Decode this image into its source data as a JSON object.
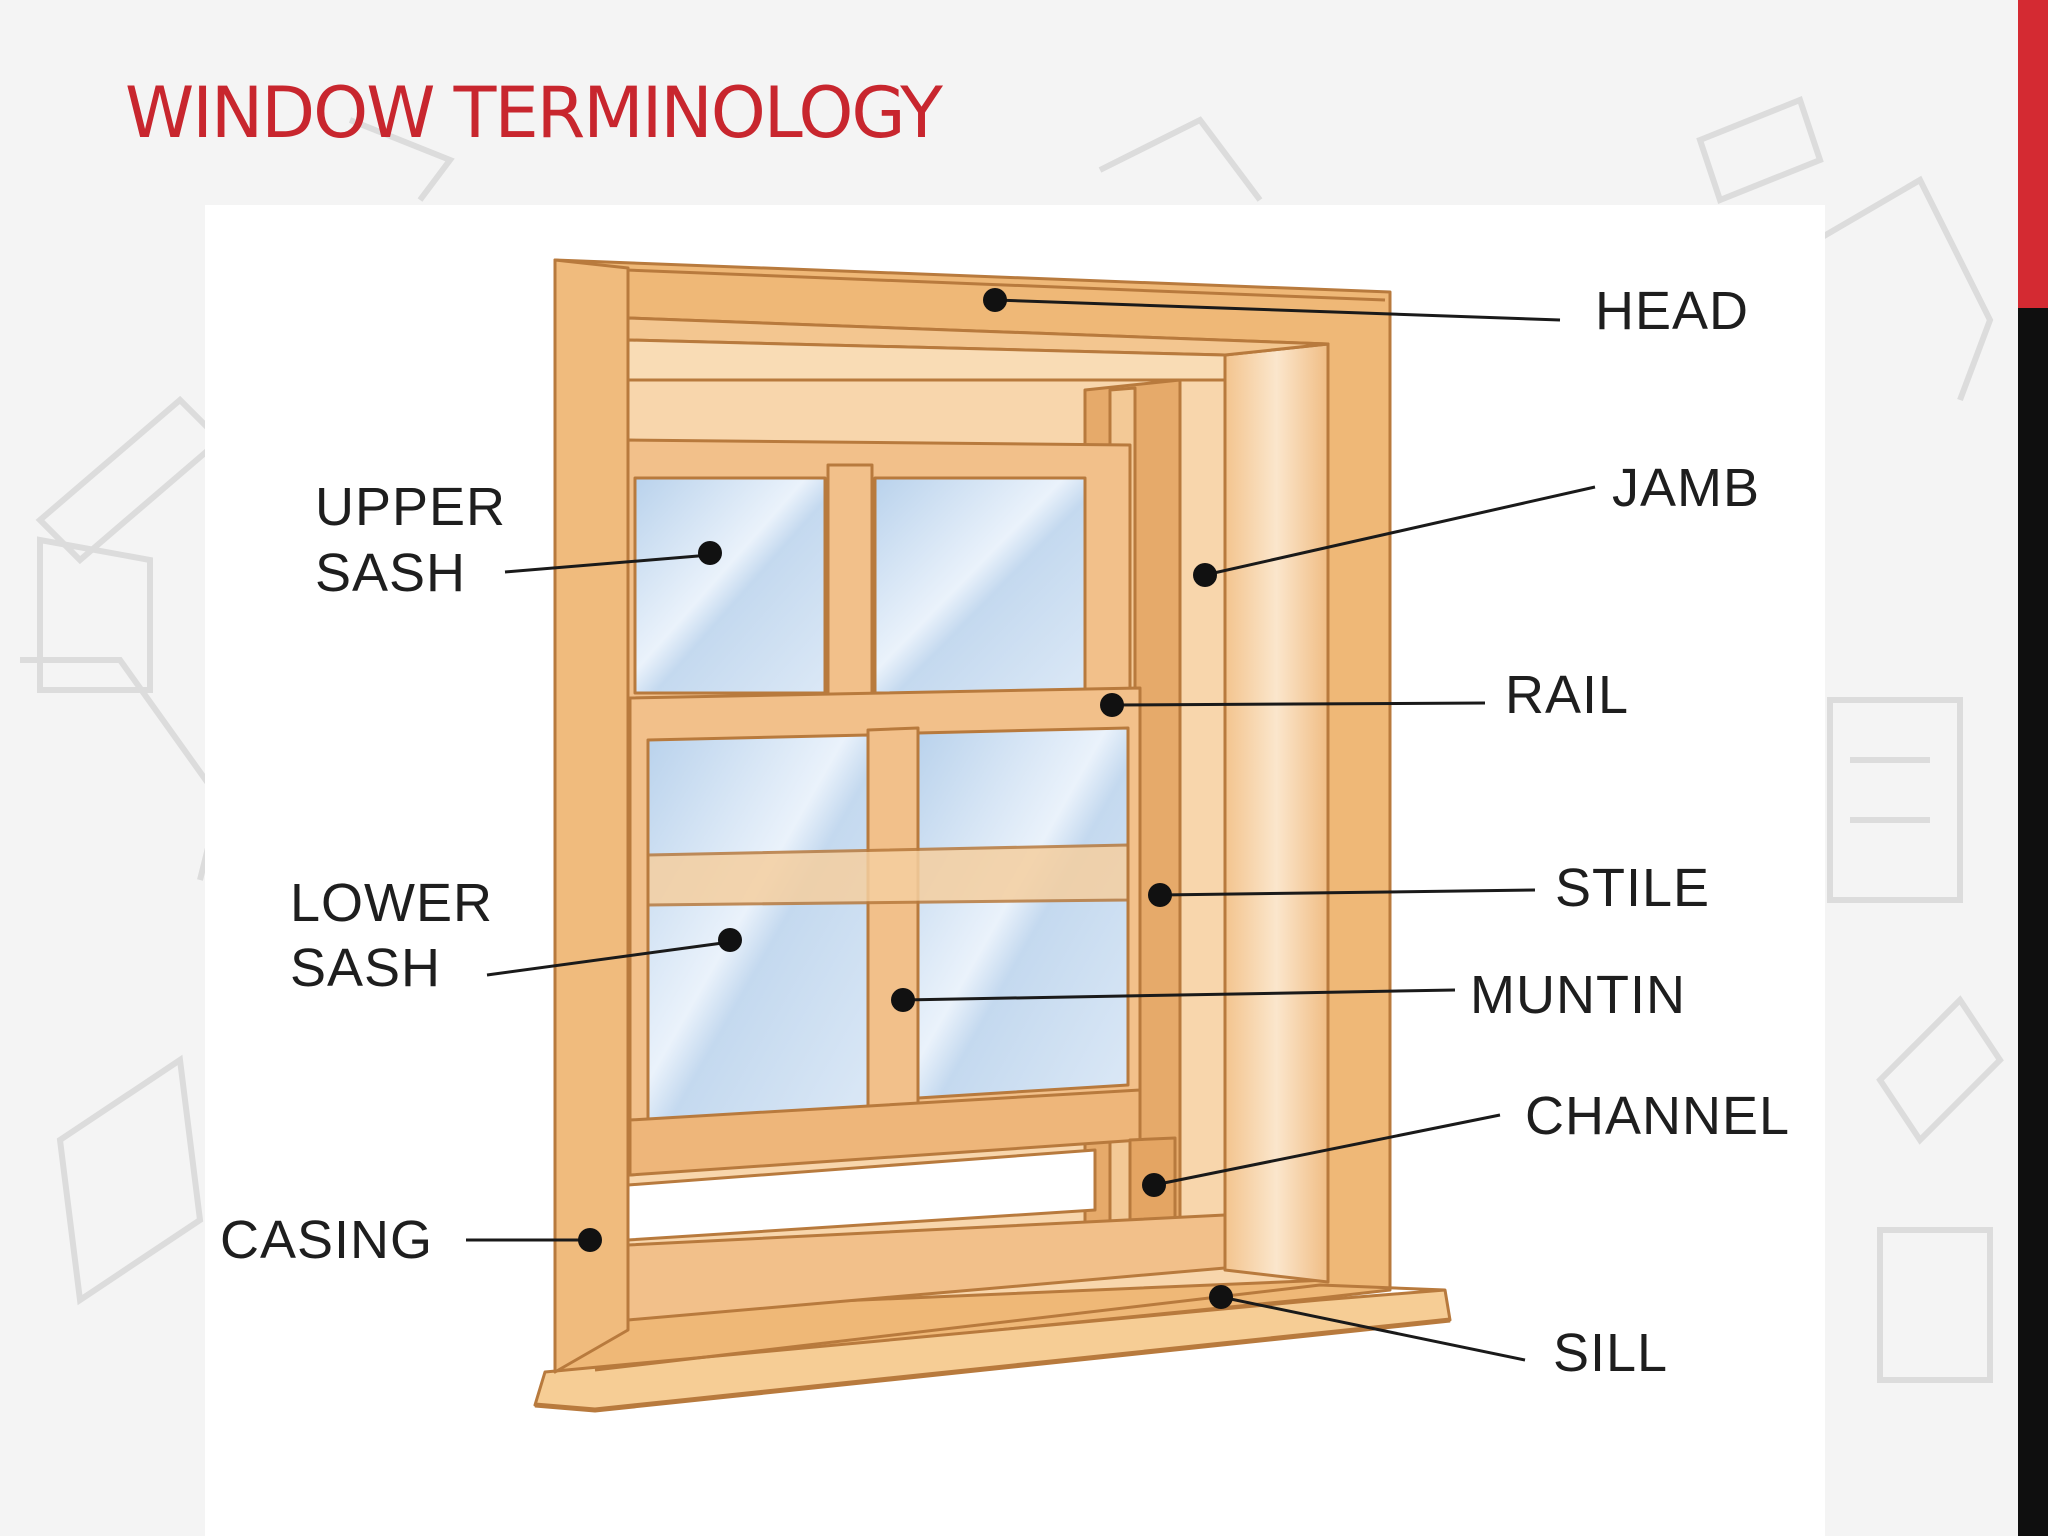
{
  "slide": {
    "title": "WINDOW TERMINOLOGY"
  },
  "colors": {
    "title": "#c8262e",
    "accent_red": "#d42a32",
    "accent_black": "#0f0f0f",
    "wood_light": "#f5c894",
    "wood_mid": "#eeb67a",
    "wood_dark": "#d99b59",
    "glass": "#cfe0f2",
    "label_text": "#1e1e1e"
  },
  "labels": {
    "head": "HEAD",
    "jamb": "JAMB",
    "upper_sash_line1": "UPPER",
    "upper_sash_line2": "SASH",
    "rail": "RAIL",
    "lower_sash_line1": "LOWER",
    "lower_sash_line2": "SASH",
    "stile": "STILE",
    "muntin": "MUNTIN",
    "channel": "CHANNEL",
    "casing": "CASING",
    "sill": "SILL"
  }
}
